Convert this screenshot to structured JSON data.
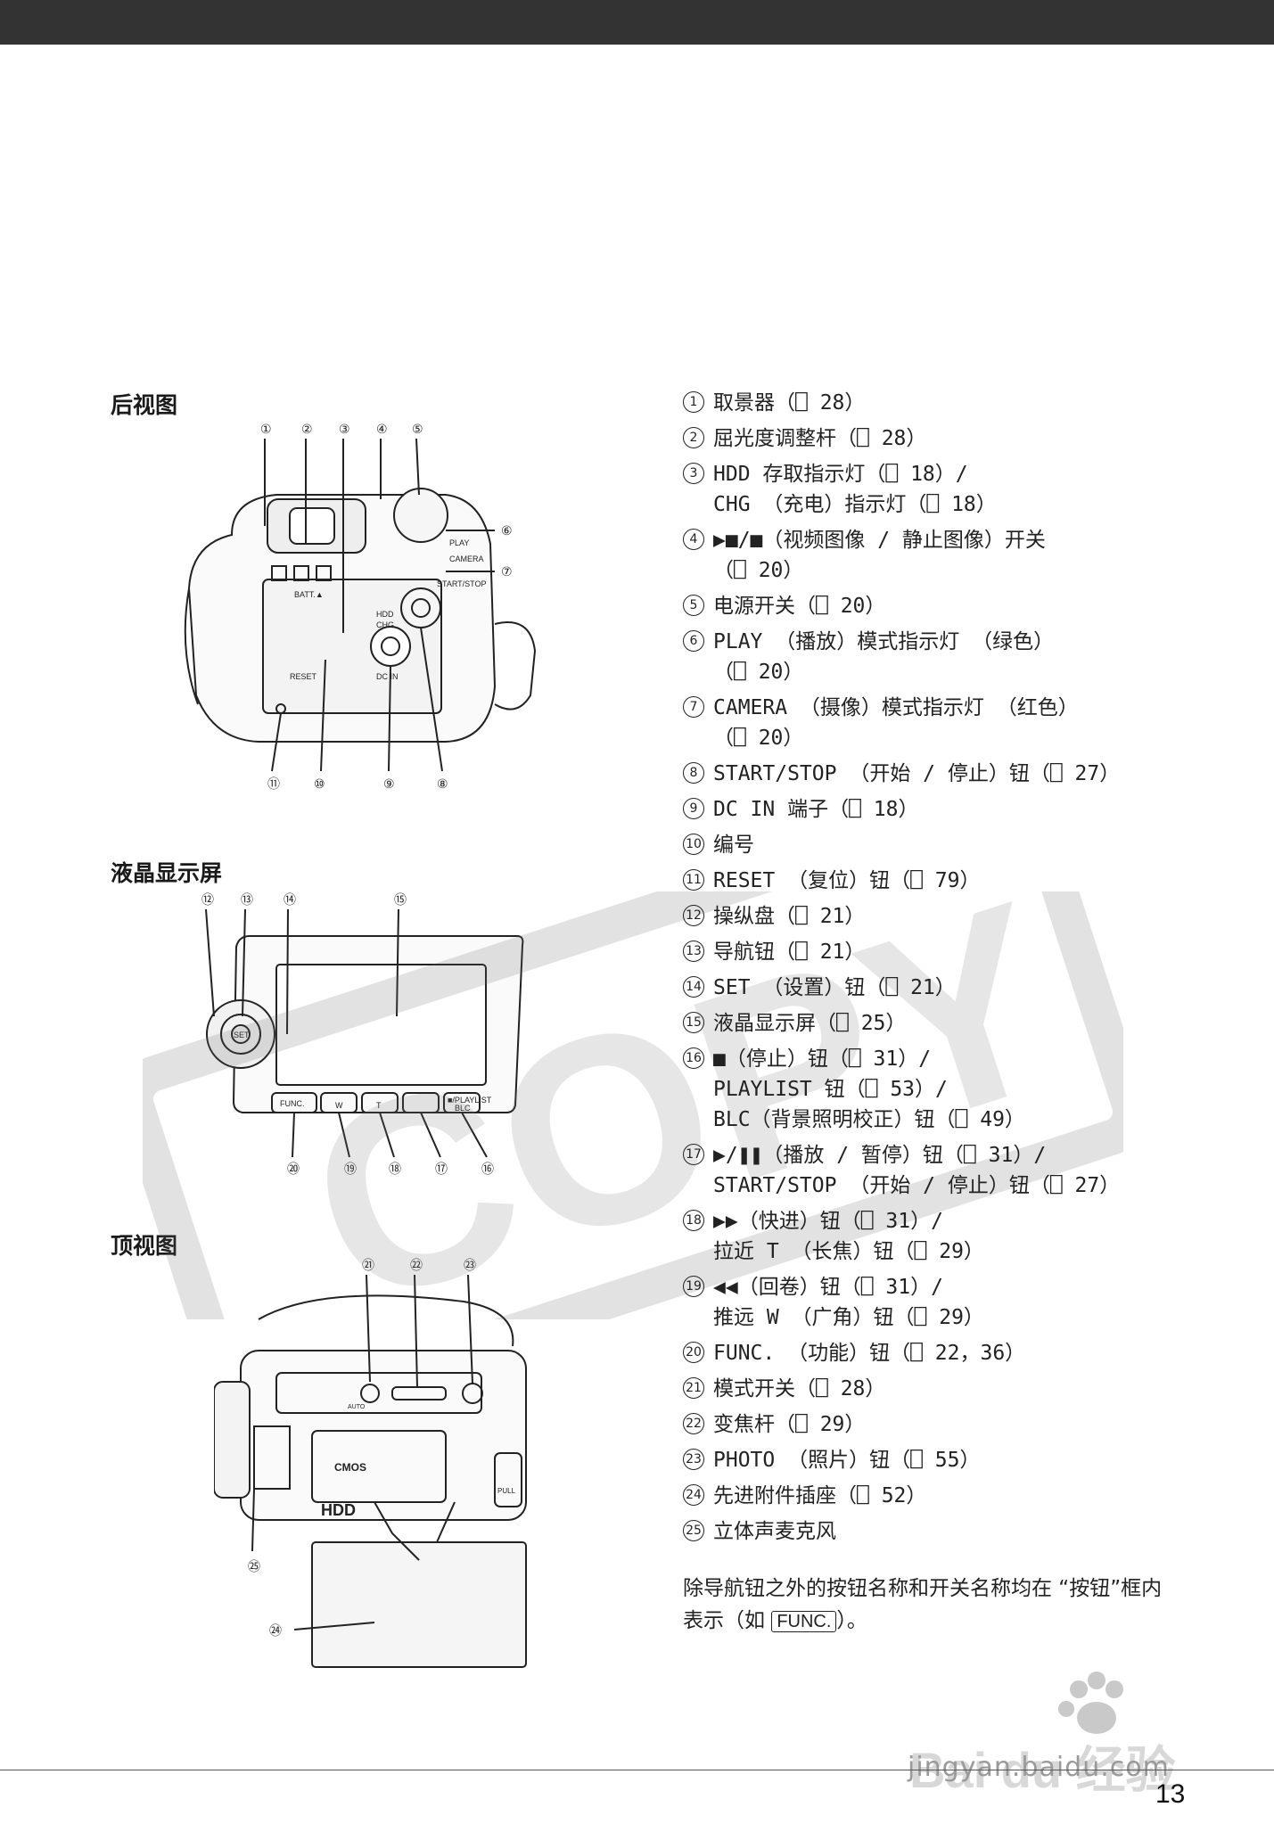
{
  "sections": {
    "rear_view": "后视图",
    "lcd": "液晶显示屏",
    "top_view": "顶视图"
  },
  "figure_labels": {
    "batt": "BATT.▲",
    "reset": "RESET",
    "play": "PLAY",
    "camera": "CAMERA",
    "start_stop": "START/STOP",
    "hdd": "HDD",
    "chg": "CHG",
    "dc_in": "DC IN",
    "func": "FUNC.",
    "set": "SET",
    "hdd_logo": "HDD",
    "cmos": "CMOS",
    "pull": "PULL",
    "auto": "AUTO",
    "w": "W",
    "t": "T",
    "blc": "BLC",
    "playlist": "■/PLAYLIST"
  },
  "items": [
    {
      "n": "1",
      "lines": [
        "取景器（⎕ 28）"
      ]
    },
    {
      "n": "2",
      "lines": [
        "屈光度调整杆（⎕ 28）"
      ]
    },
    {
      "n": "3",
      "lines": [
        "HDD 存取指示灯（⎕ 18）/",
        "CHG （充电）指示灯（⎕ 18）"
      ]
    },
    {
      "n": "4",
      "lines": [
        "▶■/■（视频图像 / 静止图像）开关",
        "（⎕ 20）"
      ]
    },
    {
      "n": "5",
      "lines": [
        "电源开关（⎕ 20）"
      ]
    },
    {
      "n": "6",
      "lines": [
        "PLAY （播放）模式指示灯 （绿色）",
        "（⎕ 20）"
      ]
    },
    {
      "n": "7",
      "lines": [
        "CAMERA （摄像）模式指示灯 （红色）",
        "（⎕ 20）"
      ]
    },
    {
      "n": "8",
      "lines": [
        "START/STOP （开始 / 停止）钮（⎕ 27）"
      ]
    },
    {
      "n": "9",
      "lines": [
        "DC IN 端子（⎕ 18）"
      ]
    },
    {
      "n": "10",
      "lines": [
        "编号"
      ]
    },
    {
      "n": "11",
      "lines": [
        "RESET （复位）钮（⎕ 79）"
      ]
    },
    {
      "n": "12",
      "lines": [
        "操纵盘（⎕ 21）"
      ]
    },
    {
      "n": "13",
      "lines": [
        "导航钮（⎕ 21）"
      ]
    },
    {
      "n": "14",
      "lines": [
        "SET （设置）钮（⎕ 21）"
      ]
    },
    {
      "n": "15",
      "lines": [
        "液晶显示屏（⎕ 25）"
      ]
    },
    {
      "n": "16",
      "lines": [
        "■（停止）钮（⎕ 31）/",
        "PLAYLIST 钮（⎕ 53）/",
        "BLC（背景照明校正）钮（⎕ 49）"
      ]
    },
    {
      "n": "17",
      "lines": [
        "▶/❚❚（播放 / 暂停）钮（⎕ 31）/",
        "START/STOP （开始 / 停止）钮（⎕ 27）"
      ]
    },
    {
      "n": "18",
      "lines": [
        "▶▶（快进）钮（⎕ 31）/",
        "拉近 T （长焦）钮（⎕ 29）"
      ]
    },
    {
      "n": "19",
      "lines": [
        "◀◀（回卷）钮（⎕ 31）/",
        "推远 W （广角）钮（⎕ 29）"
      ]
    },
    {
      "n": "20",
      "lines": [
        "FUNC. （功能）钮（⎕ 22，36）"
      ]
    },
    {
      "n": "21",
      "lines": [
        "模式开关（⎕ 28）"
      ]
    },
    {
      "n": "22",
      "lines": [
        "变焦杆（⎕ 29）"
      ]
    },
    {
      "n": "23",
      "lines": [
        "PHOTO （照片）钮（⎕ 55）"
      ]
    },
    {
      "n": "24",
      "lines": [
        "先进附件插座（⎕ 52）"
      ]
    },
    {
      "n": "25",
      "lines": [
        "立体声麦克风"
      ]
    }
  ],
  "note": {
    "text_before": "除导航钮之外的按钮名称和开关名称均在 “按钮”框内表示（如 ",
    "boxed": "FUNC.",
    "text_after": "）。"
  },
  "watermark": "COPY",
  "page_number": "13",
  "baidu": {
    "logo": "Bai du 经验",
    "url": "jingyan.baidu.com"
  }
}
